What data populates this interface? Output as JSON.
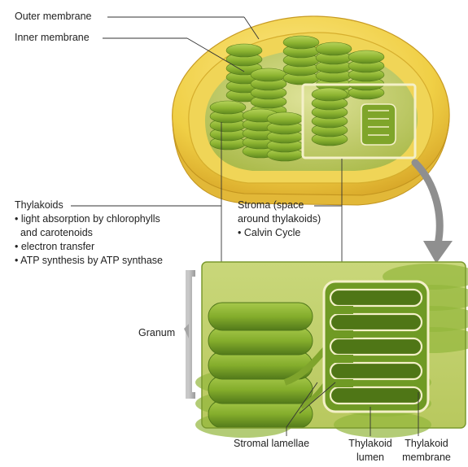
{
  "labels": {
    "outer_membrane": "Outer membrane",
    "inner_membrane": "Inner membrane",
    "thylakoids": {
      "title": "Thylakoids",
      "items": [
        "• light absorption by chlorophylls",
        "  and carotenoids",
        "• electron transfer",
        "• ATP synthesis by ATP synthase"
      ]
    },
    "stroma": {
      "lines": [
        "Stroma (space",
        "around thylakoids)",
        "• Calvin Cycle"
      ]
    },
    "granum": "Granum",
    "stromal_lamellae": "Stromal lamellae",
    "thylakoid_lumen": [
      "Thylakoid",
      "lumen"
    ],
    "thylakoid_membrane": [
      "Thylakoid",
      "membrane"
    ]
  },
  "colors": {
    "outer_yellow": "#f2d24a",
    "inner_yellow": "#e8c13a",
    "stroma_green": "#c8d26a",
    "thylakoid_green": "#8fb530",
    "thylakoid_dark": "#5f8b1e",
    "highlight_box": "#f4f0c8",
    "arrow_gray": "#8a8a8a"
  }
}
